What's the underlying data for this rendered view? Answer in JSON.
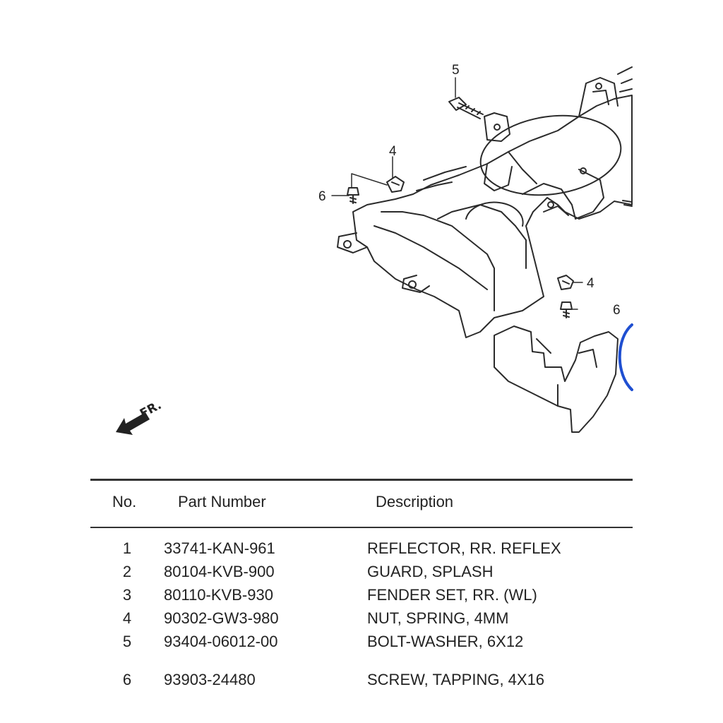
{
  "diagram": {
    "callouts": [
      "5",
      "4",
      "6",
      "4",
      "6"
    ],
    "front_indicator": "FR.",
    "colors": {
      "line": "#2b2b2b",
      "highlight": "#1f4fd1"
    }
  },
  "table": {
    "headers": {
      "no": "No.",
      "part_number": "Part Number",
      "description": "Description"
    },
    "rows": [
      {
        "no": "1",
        "part_number": "33741-KAN-961",
        "description": "REFLECTOR, RR. REFLEX"
      },
      {
        "no": "2",
        "part_number": "80104-KVB-900",
        "description": "GUARD, SPLASH"
      },
      {
        "no": "3",
        "part_number": "80110-KVB-930",
        "description": "FENDER SET, RR. (WL)"
      },
      {
        "no": "4",
        "part_number": "90302-GW3-980",
        "description": "NUT, SPRING, 4MM"
      },
      {
        "no": "5",
        "part_number": "93404-06012-00",
        "description": "BOLT-WASHER, 6X12"
      },
      {
        "no": "6",
        "part_number": "93903-24480",
        "description": "SCREW, TAPPING, 4X16"
      }
    ]
  }
}
